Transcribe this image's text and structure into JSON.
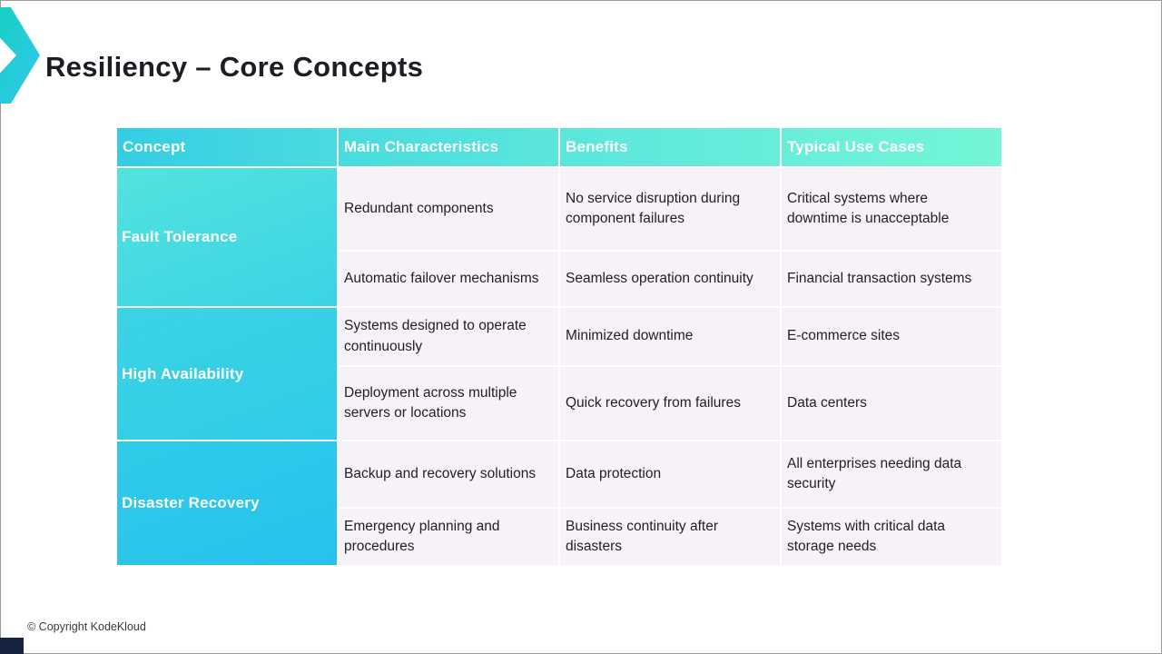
{
  "slide": {
    "title": "Resiliency – Core Concepts",
    "footer": "© Copyright KodeKloud"
  },
  "colors": {
    "header_gradient_start": "#34cde3",
    "header_gradient_end": "#74f5d6",
    "concept_gradient_start": "#52e3de",
    "concept_gradient_end": "#27c2ec",
    "cell_background": "#f6f2f7",
    "title_text": "#1d1d26",
    "body_text": "#1f1f28"
  },
  "table": {
    "headers": [
      "Concept",
      "Main Characteristics",
      "Benefits",
      "Typical Use Cases"
    ],
    "groups": [
      {
        "concept": "Fault Tolerance",
        "rows": [
          {
            "characteristics": "Redundant components",
            "benefits": "No service disruption during component failures",
            "use_cases": "Critical systems where downtime is unacceptable"
          },
          {
            "characteristics": "Automatic failover mechanisms",
            "benefits": "Seamless operation continuity",
            "use_cases": "Financial transaction systems"
          }
        ]
      },
      {
        "concept": "High Availability",
        "rows": [
          {
            "characteristics": "Systems designed to operate continuously",
            "benefits": "Minimized downtime",
            "use_cases": "E-commerce sites"
          },
          {
            "characteristics": "Deployment across multiple servers or locations",
            "benefits": "Quick recovery from failures",
            "use_cases": "Data centers"
          }
        ]
      },
      {
        "concept": "Disaster Recovery",
        "rows": [
          {
            "characteristics": "Backup and recovery solutions",
            "benefits": "Data protection",
            "use_cases": "All enterprises needing data security"
          },
          {
            "characteristics": "Emergency planning and procedures",
            "benefits": "Business continuity after disasters",
            "use_cases": "Systems with critical data storage needs"
          }
        ]
      }
    ]
  }
}
